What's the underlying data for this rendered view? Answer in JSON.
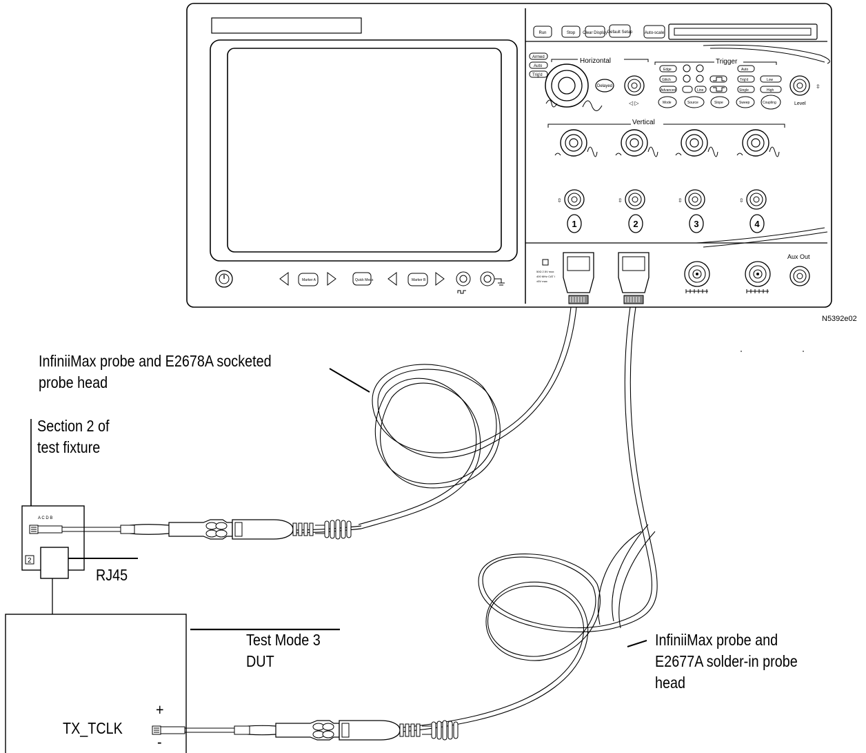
{
  "figure_id": "N5392e02",
  "oscilloscope": {
    "buttons": [
      "Run",
      "Stop",
      "Clear Display",
      "Default Setup",
      "Auto-scale"
    ],
    "horizontal_label": "Horizontal",
    "trigger_label": "Trigger",
    "vertical_label": "Vertical",
    "status": [
      "Armed",
      "Auto",
      "Trig'd"
    ],
    "delayed_label": "Delayed",
    "level_label": "Level",
    "trigger_buttons": [
      "Edge",
      "Glitch",
      "Advanced",
      "Auto",
      "Trig'd",
      "Single",
      "Line",
      "Low",
      "High"
    ],
    "trigger_bottom": [
      "Mode",
      "Source",
      "Slope",
      "Sweep",
      "Coupling"
    ],
    "channels": [
      "1",
      "2",
      "3",
      "4"
    ],
    "aux_out_label": "Aux Out",
    "front_buttons": [
      "Marker A",
      "Quick Meas",
      "Marker B"
    ]
  },
  "labels": {
    "socketed_probe": [
      "InfiniiMax probe and E2678A socketed",
      "probe head"
    ],
    "fixture": [
      "Section 2 of",
      "test fixture"
    ],
    "rj45": "RJ45",
    "dut": [
      "Test Mode 3",
      "DUT"
    ],
    "solder_probe": [
      "InfiniiMax probe and",
      "E2677A solder-in probe",
      "head"
    ],
    "tx_tclk": "TX_TCLK",
    "plus": "+",
    "minus": "-",
    "fixture_section_num": "2",
    "fixture_pins": "A C D B"
  }
}
